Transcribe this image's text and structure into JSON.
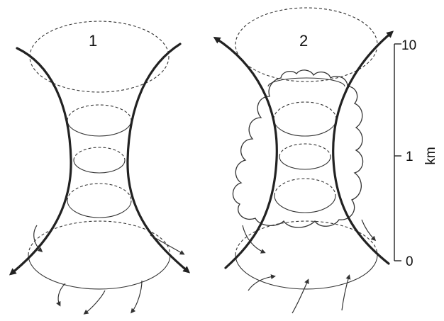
{
  "panels": [
    {
      "label": "1"
    },
    {
      "label": "2"
    }
  ],
  "axis": {
    "unit": "km",
    "ticks": [
      "10",
      "1",
      "0"
    ]
  }
}
